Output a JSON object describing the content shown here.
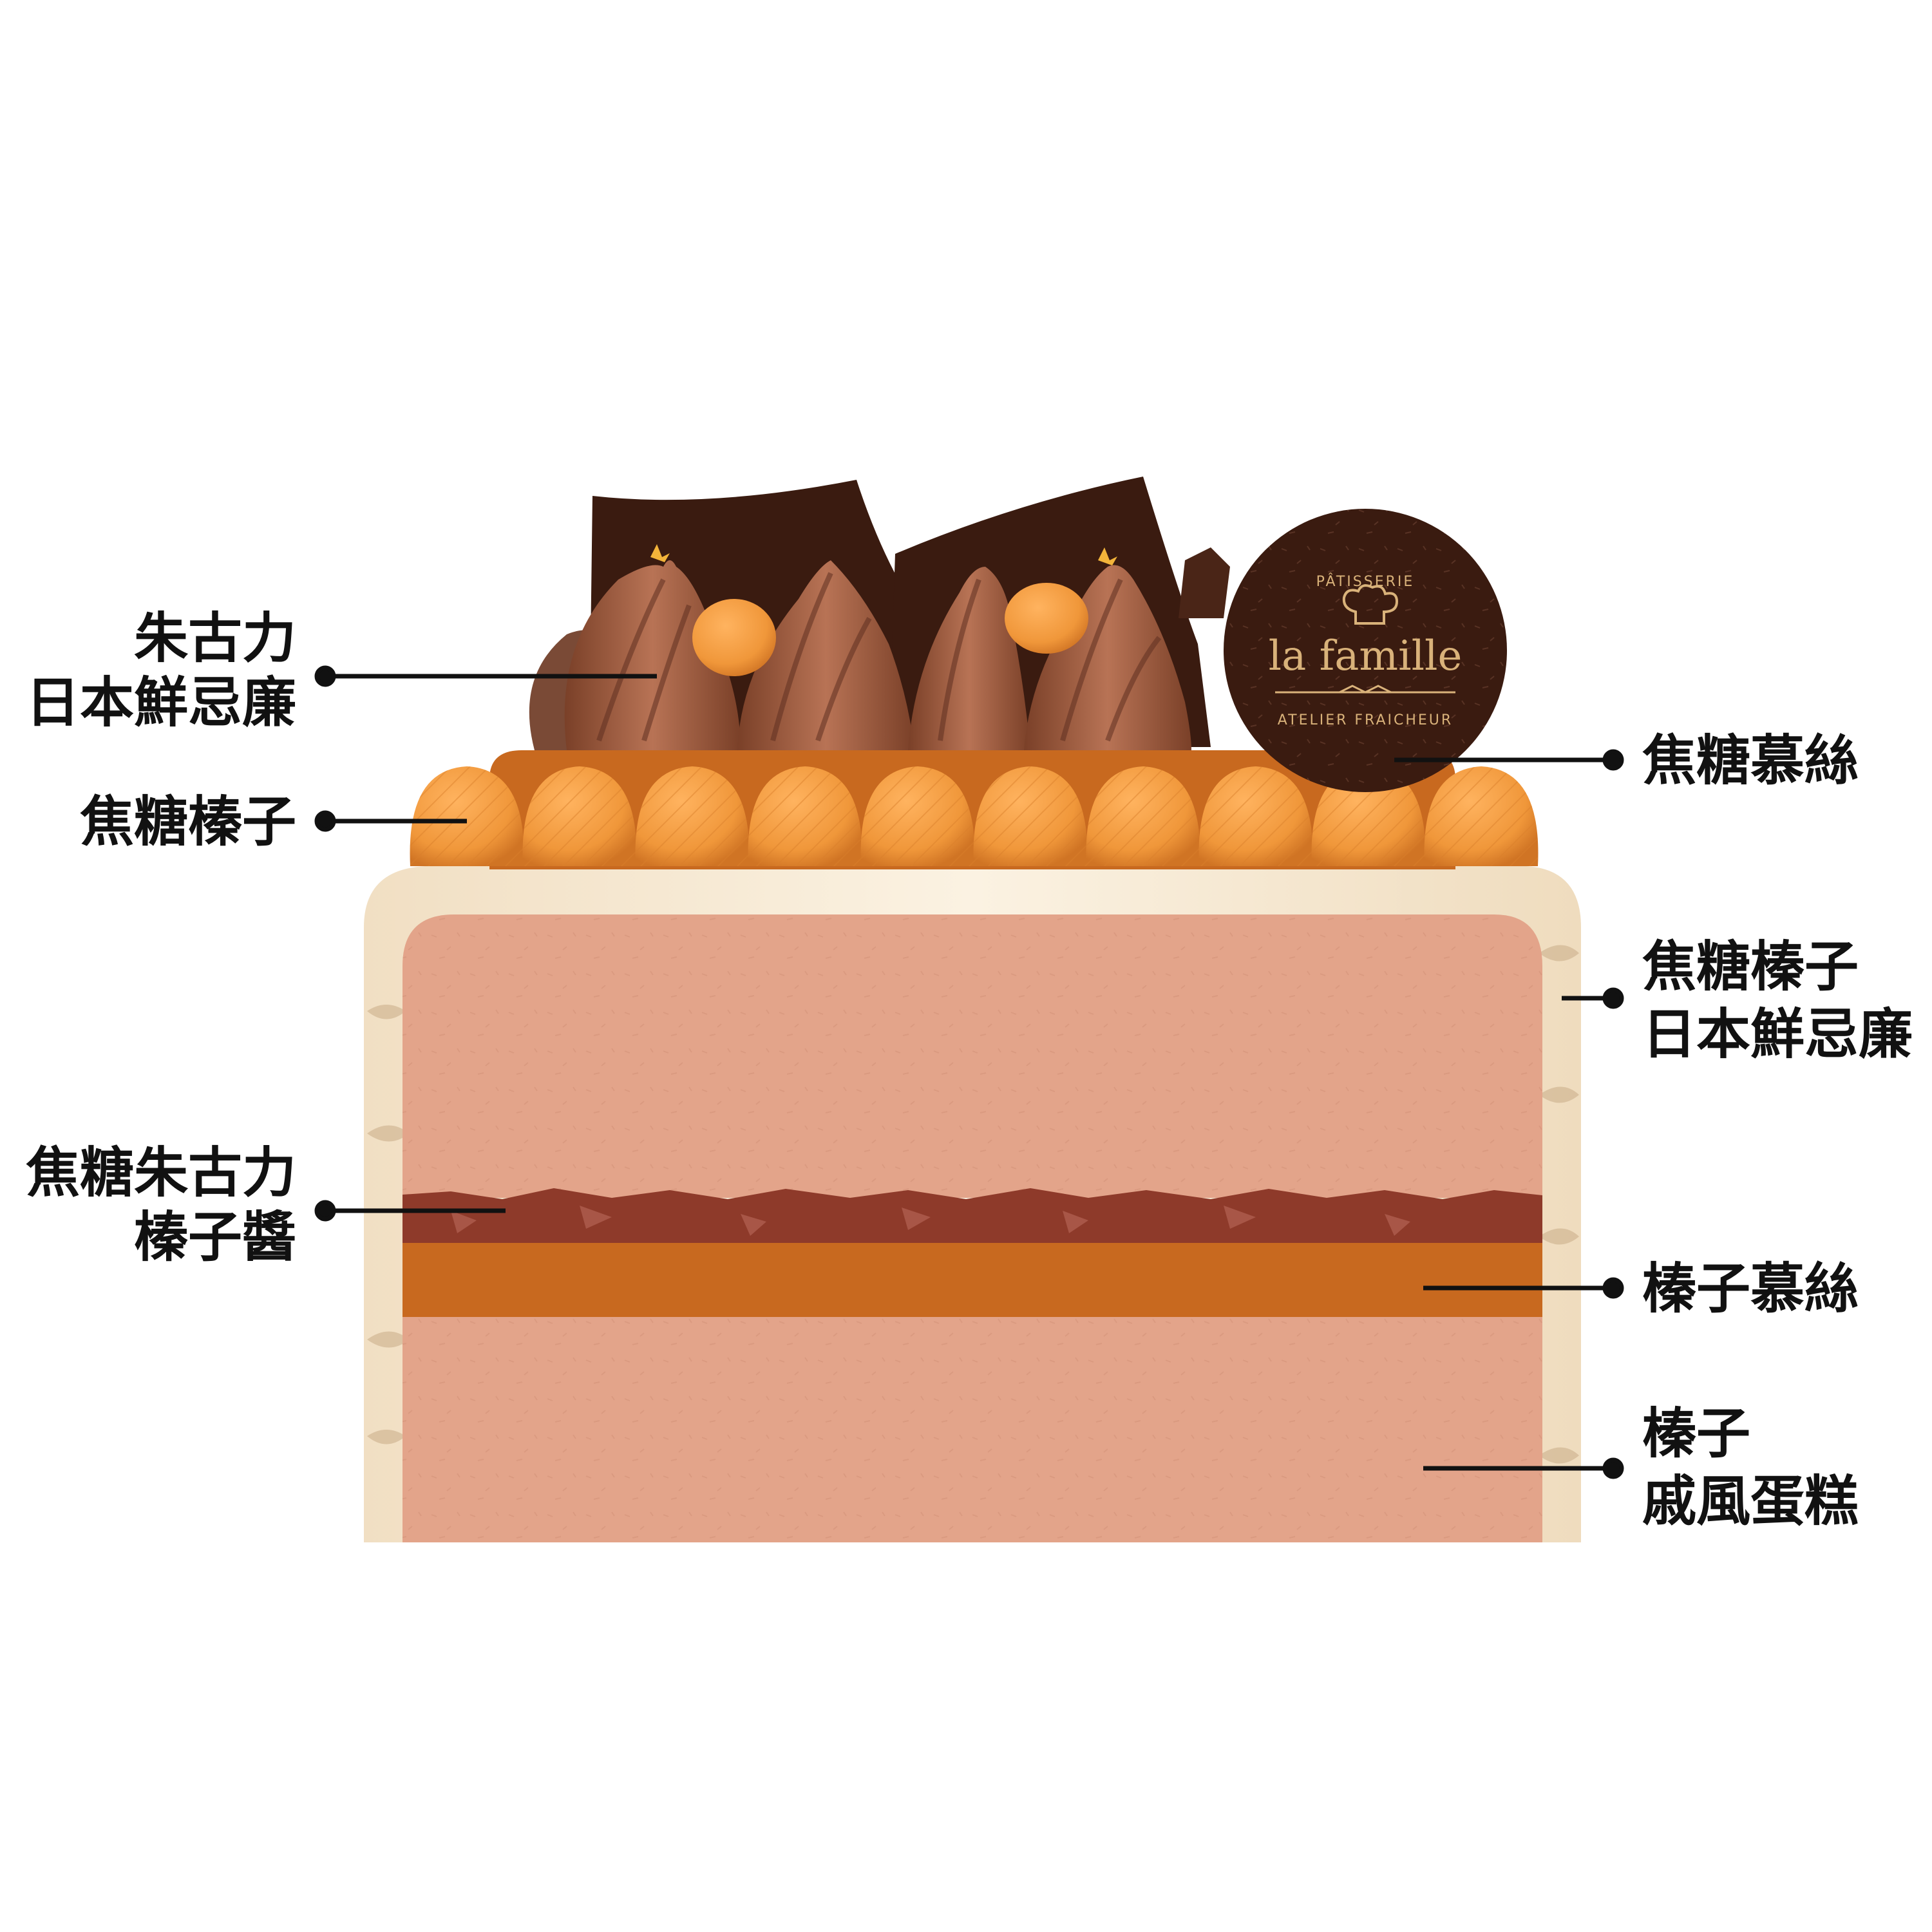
{
  "brand": {
    "top_text": "PÂTISSERIE",
    "name": "la famille",
    "bottom_text": "ATELIER FRAICHEUR"
  },
  "labels": {
    "choco_cream": {
      "line1": "朱古力",
      "line2": "日本鮮忌廉"
    },
    "caramel_hazelnut": {
      "line1": "焦糖榛子"
    },
    "caramel_mousse": {
      "line1": "焦糖慕絲"
    },
    "side_cream": {
      "line1": "焦糖榛子",
      "line2": "日本鮮忌廉"
    },
    "praline": {
      "line1": "焦糖朱古力",
      "line2": "榛子醬"
    },
    "hazelnut_mousse": {
      "line1": "榛子慕絲"
    },
    "chiffon": {
      "line1": "榛子",
      "line2": "戚風蛋糕"
    }
  },
  "colors": {
    "ink": "#111111",
    "mousse": "#e3a48a",
    "side_cream": "#f6e9d2",
    "caramel_layer": "#c8691f",
    "praline": "#8e3a2a",
    "hazelnut": "#f0973a",
    "dark_chocolate": "#3a1b10",
    "choc_cream": "#9a5a3e",
    "logo_gold": "#d9b27a"
  }
}
